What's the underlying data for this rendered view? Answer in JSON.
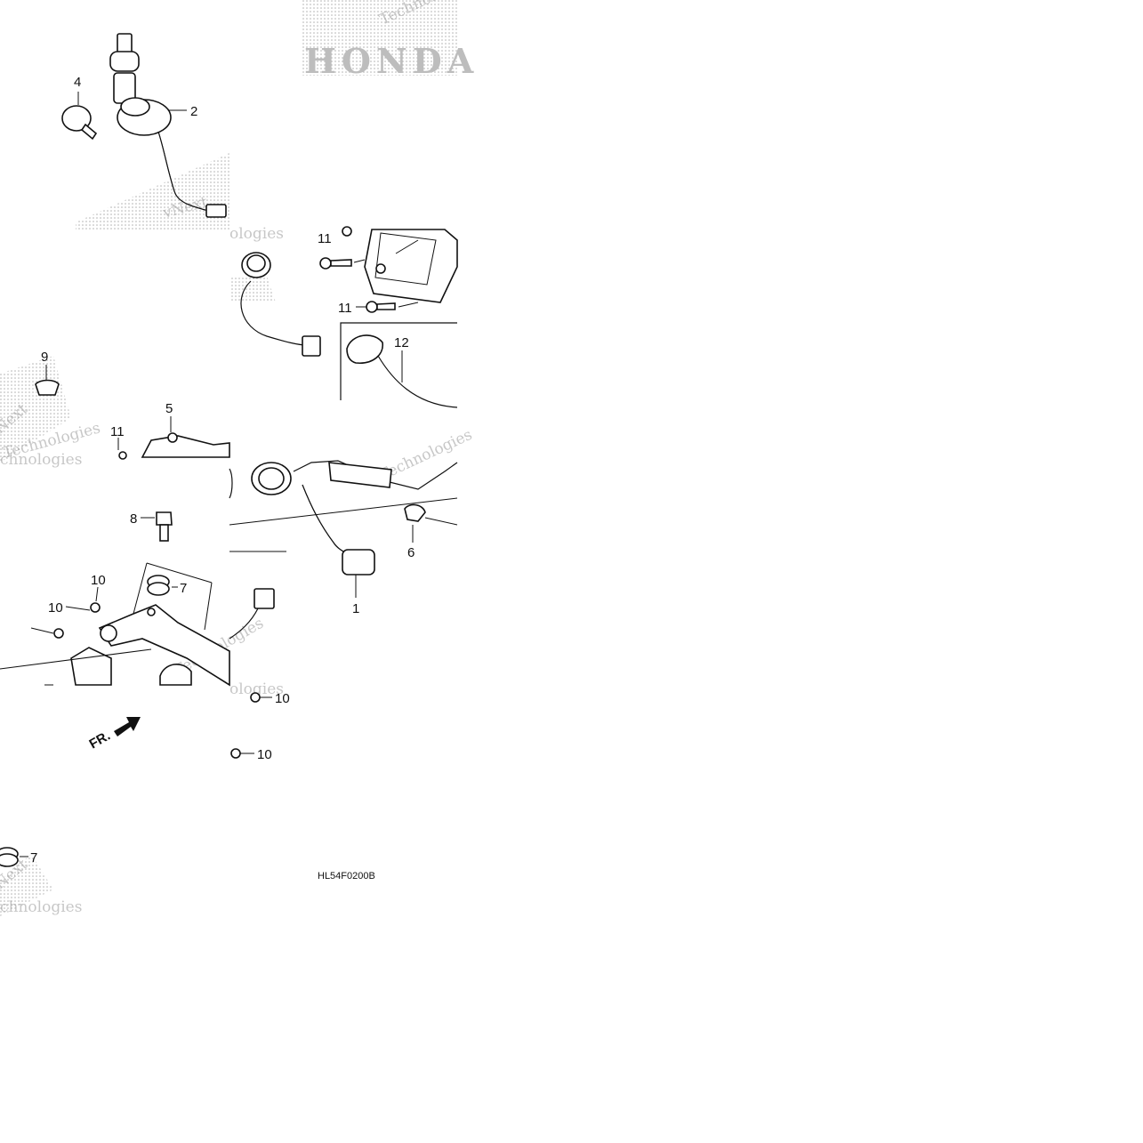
{
  "callouts": {
    "c1": "1",
    "c2": "2",
    "c4": "4",
    "c5": "5",
    "c6": "6",
    "c7a": "7",
    "c7b": "7",
    "c8": "8",
    "c9": "9",
    "c10a": "10",
    "c10b": "10",
    "c10c": "10",
    "c10d": "10",
    "c11a": "11",
    "c11b": "11",
    "c11c": "11",
    "c12": "12"
  },
  "direction_label": "FR.",
  "diagram_code": "HL54F0200B",
  "brand_watermark": "HONDA",
  "watermarks": [
    "Technologies",
    "vNext",
    "ologies",
    "Technologies",
    "chnologies",
    "Next",
    "Technologies",
    "ologies",
    "Next",
    "chnologies",
    "Technologies"
  ],
  "colors": {
    "line": "#111111",
    "watermark": "#9a9a9a",
    "stipple": "#b0b0b0"
  },
  "icons": {
    "direction_arrow": "front-direction-arrow-icon"
  }
}
